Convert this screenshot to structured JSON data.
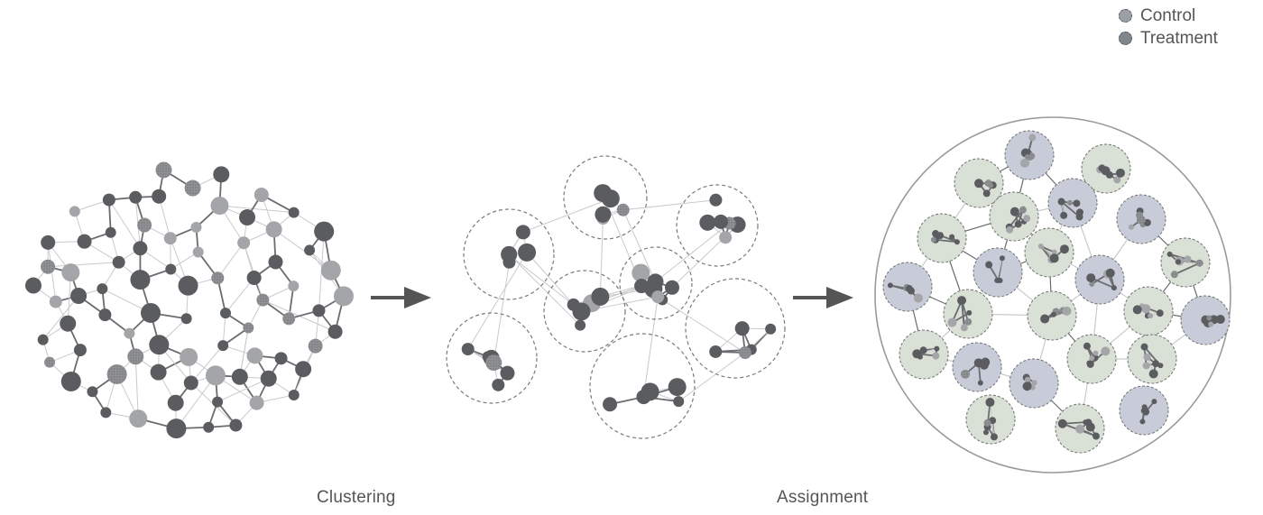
{
  "legend": {
    "items": [
      {
        "label": "Control",
        "fill": "#9aa0a6"
      },
      {
        "label": "Treatment",
        "fill": "#7f868d"
      }
    ]
  },
  "captions": {
    "clustering": "Clustering",
    "assignment": "Assignment"
  },
  "colors": {
    "node_dark": "#5a5c5f",
    "node_light": "#a3a5a8",
    "node_hatch": "#8f9194",
    "edge_strong": "#6a6c6f",
    "edge_weak": "#c9cacc",
    "cluster_outline": "#7a7a7a",
    "control_cluster_fill": "#d9e0d6",
    "treatment_cluster_fill": "#c8ccd8",
    "arrow": "#555555",
    "population_circle": "#9a9a9a"
  },
  "stages": [
    "network",
    "clusters",
    "assigned-clusters"
  ]
}
